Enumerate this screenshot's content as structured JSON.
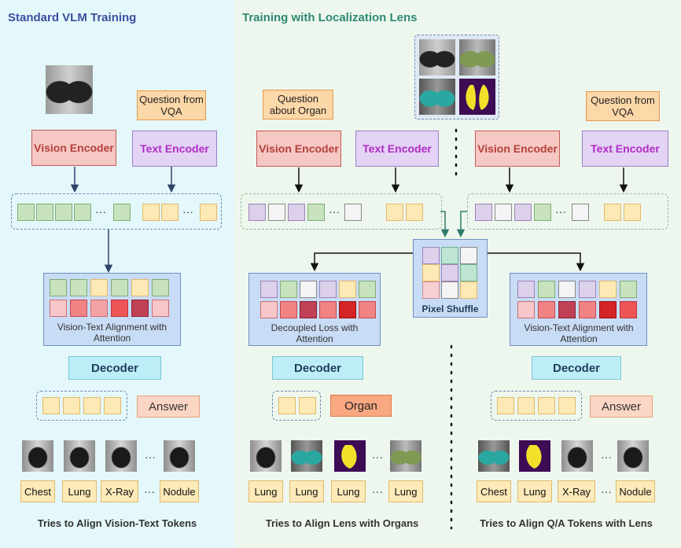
{
  "left_panel": {
    "title": "Standard VLM Training",
    "question": "Question from VQA",
    "vision_encoder": "Vision Encoder",
    "text_encoder": "Text Encoder",
    "ellipsis": "···",
    "alignment_caption": "Vision-Text Alignment with Attention",
    "decoder": "Decoder",
    "answer": "Answer",
    "labels": [
      "Chest",
      "Lung",
      "X-Ray",
      "Nodule"
    ],
    "footer": "Tries to Align Vision-Text Tokens"
  },
  "right_panel": {
    "title": "Training with Localization Lens",
    "pixel_shuffle": "Pixel Shuffle",
    "organ_branch": {
      "question": "Question about Organ",
      "vision_encoder": "Vision Encoder",
      "text_encoder": "Text Encoder",
      "caption": "Decoupled Loss with Attention",
      "decoder": "Decoder",
      "answer": "Organ",
      "labels": [
        "Lung",
        "Lung",
        "Lung",
        "Lung"
      ],
      "footer": "Tries to Align Lens with Organs"
    },
    "qa_branch": {
      "question": "Question from VQA",
      "vision_encoder": "Vision Encoder",
      "text_encoder": "Text Encoder",
      "caption": "Vision-Text Alignment with Attention",
      "decoder": "Decoder",
      "answer": "Answer",
      "labels": [
        "Chest",
        "Lung",
        "X-Ray",
        "Nodule"
      ],
      "footer": "Tries to Align Q/A Tokens with Lens"
    }
  },
  "colors": {
    "left_bg": "#e4f8fb",
    "right_bg": "#eef7ee",
    "left_title": "#3b4fa0",
    "right_title": "#2e8a73",
    "arrow": "#2f4468"
  }
}
